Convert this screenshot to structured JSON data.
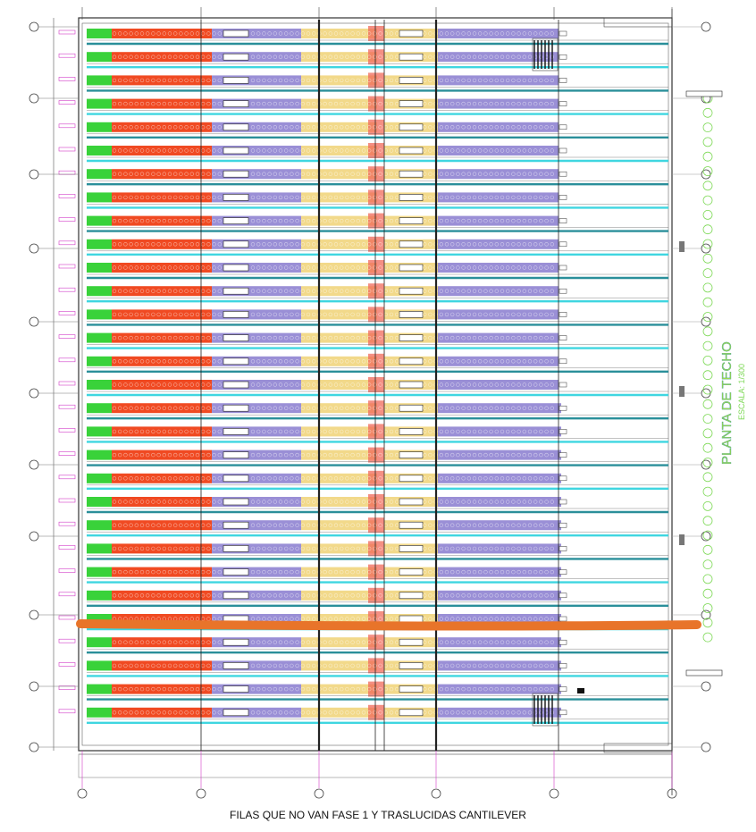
{
  "drawing": {
    "title": "PLANTA DE TECHO",
    "scale": "ESCALA: 1/300",
    "caption": "FILAS QUE NO VAN FASE 1 Y TRASLUCIDAS CANTILEVER",
    "row_count": 30,
    "full_module_rows": 16,
    "colors": {
      "green": "#39d23a",
      "red": "#f04a22",
      "purple": "#9a8fd6",
      "yellow": "#f2d98a",
      "cyan": "#3fd6e0",
      "teal": "#2a8f9a",
      "orange": "#e8742a",
      "magenta": "#d23cc8",
      "grid_line": "#333333",
      "light_green": "#7ed957"
    },
    "icons": {
      "axis_bubble": "circle-marker-icon",
      "column_marker": "column-rect-icon",
      "stair": "stair-icon"
    }
  }
}
